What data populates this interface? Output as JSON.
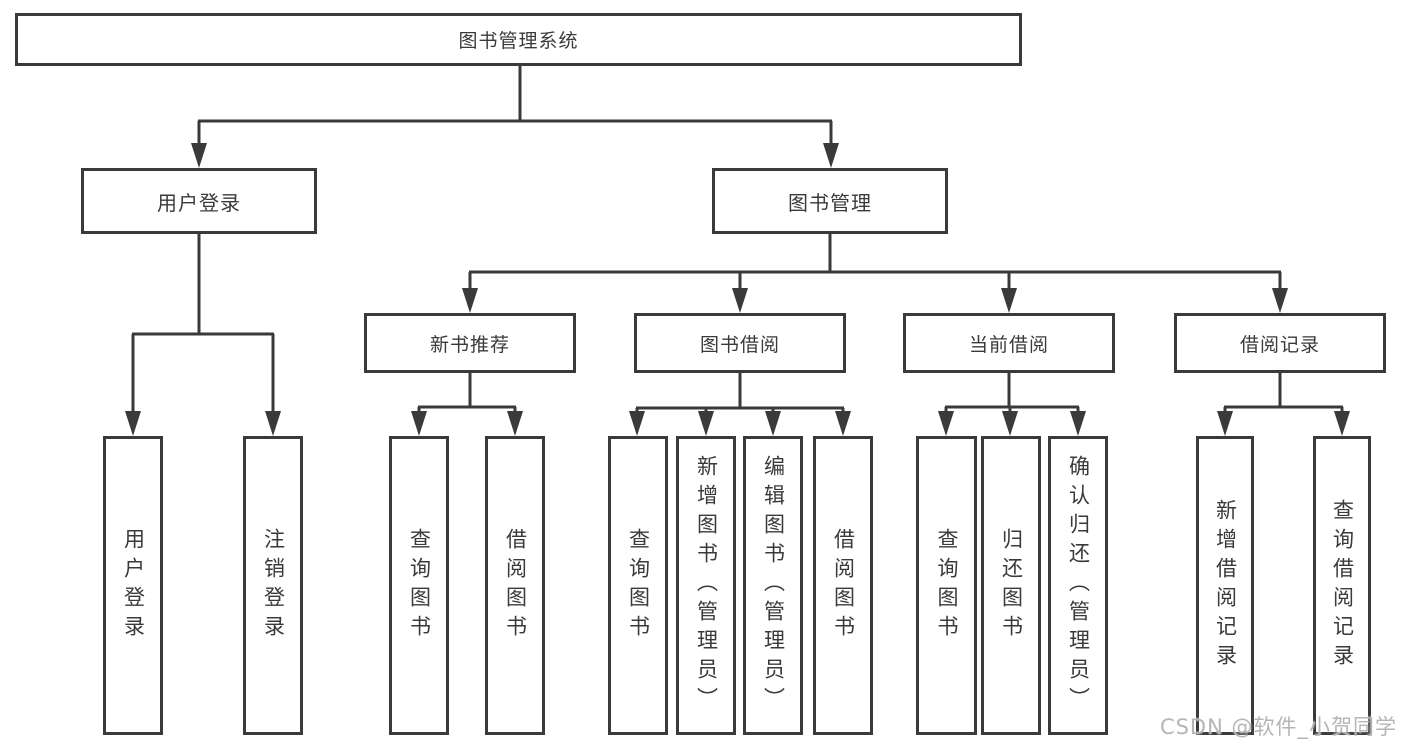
{
  "tree": {
    "label": "图书管理系统",
    "children": [
      {
        "label": "用户登录",
        "children": [
          {
            "label": "用户登录"
          },
          {
            "label": "注销登录"
          }
        ]
      },
      {
        "label": "图书管理",
        "children": [
          {
            "label": "新书推荐",
            "children": [
              {
                "label": "查询图书"
              },
              {
                "label": "借阅图书"
              }
            ]
          },
          {
            "label": "图书借阅",
            "children": [
              {
                "label": "查询图书"
              },
              {
                "label": "新增图书（管理员）"
              },
              {
                "label": "编辑图书（管理员）"
              },
              {
                "label": "借阅图书"
              }
            ]
          },
          {
            "label": "当前借阅",
            "children": [
              {
                "label": "查询图书"
              },
              {
                "label": "归还图书"
              },
              {
                "label": "确认归还（管理员）"
              }
            ]
          },
          {
            "label": "借阅记录",
            "children": [
              {
                "label": "新增借阅记录"
              },
              {
                "label": "查询借阅记录"
              }
            ]
          }
        ]
      }
    ]
  },
  "watermark": "CSDN @软件_小贺同学",
  "colors": {
    "line": "#3a3a3a",
    "text": "#3a3a3a",
    "background": "#ffffff",
    "watermark": "#b5b5b5"
  }
}
